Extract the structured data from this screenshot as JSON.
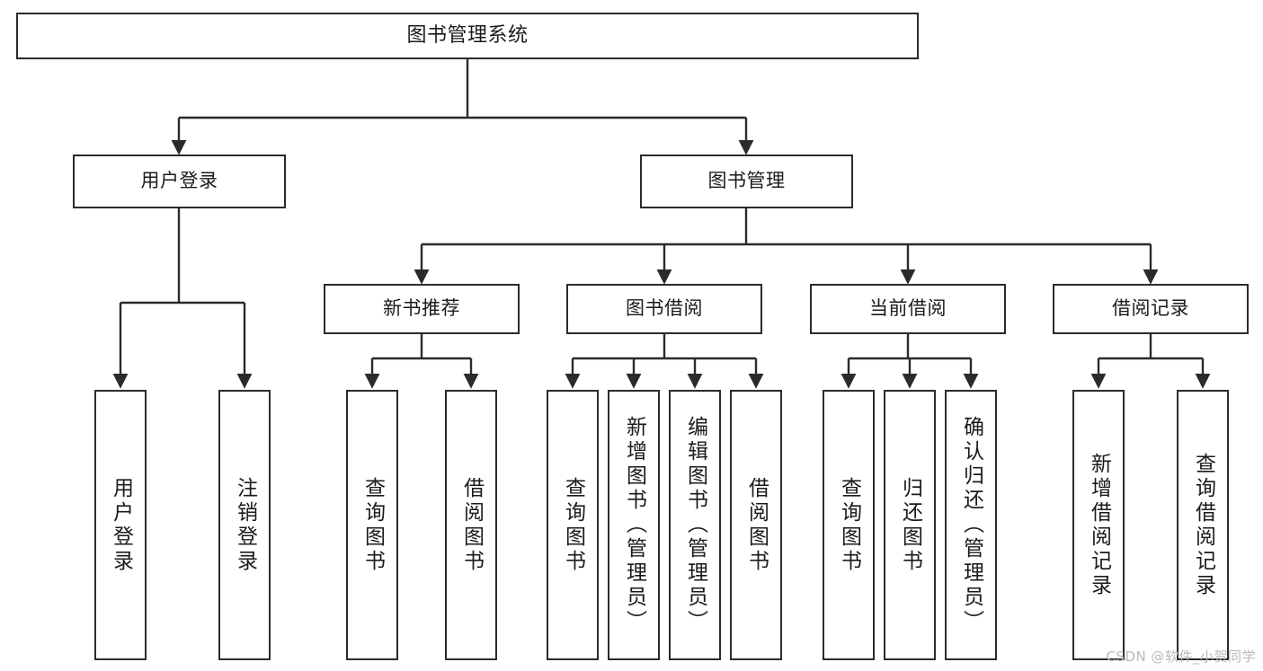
{
  "diagram": {
    "title": "图书管理系统",
    "type": "hierarchy-tree",
    "levels": 4,
    "watermark": "CSDN @软件_小贺同学",
    "colors": {
      "box_border": "#2b2b2b",
      "box_fill": "#ffffff",
      "edge": "#2b2b2b",
      "text": "#1b1b1b",
      "watermark": "#b9b9b9",
      "background": "#ffffff"
    }
  },
  "nodes": {
    "root": {
      "label": "图书管理系统"
    },
    "level2": [
      {
        "label": "用户登录"
      },
      {
        "label": "图书管理"
      }
    ],
    "level3": [
      {
        "label": "新书推荐"
      },
      {
        "label": "图书借阅"
      },
      {
        "label": "当前借阅"
      },
      {
        "label": "借阅记录"
      }
    ],
    "leaves": {
      "user_login": [
        {
          "label": "用户登录"
        },
        {
          "label": "注销登录"
        }
      ],
      "new_book_recommend": [
        {
          "label": "查询图书"
        },
        {
          "label": "借阅图书"
        }
      ],
      "book_borrow": [
        {
          "label": "查询图书"
        },
        {
          "label": "新增图书（管理员）"
        },
        {
          "label": "编辑图书（管理员）"
        },
        {
          "label": "借阅图书"
        }
      ],
      "current_borrow": [
        {
          "label": "查询图书"
        },
        {
          "label": "归还图书"
        },
        {
          "label": "确认归还（管理员）"
        }
      ],
      "borrow_records": [
        {
          "label": "新增借阅记录"
        },
        {
          "label": "查询借阅记录"
        }
      ]
    }
  }
}
